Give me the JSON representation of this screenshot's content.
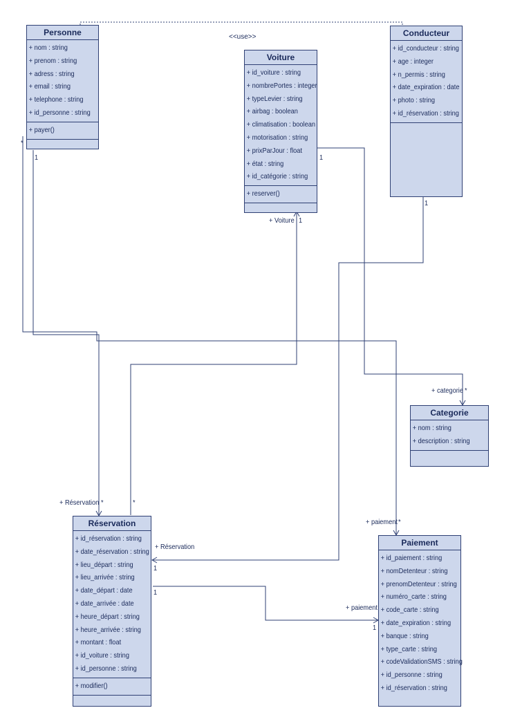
{
  "stereotype": "<<use>>",
  "classes": {
    "personne": {
      "name": "Personne",
      "attributes": [
        "+ nom : string",
        "+  prenom : string",
        "+ adress : string",
        "+ email : string",
        "+ telephone : string",
        "+ id_personne : string"
      ],
      "operations": [
        "+ payer()"
      ]
    },
    "voiture": {
      "name": "Voiture",
      "attributes": [
        "+ id_voiture : string",
        "+ nombrePortes : integer",
        "+ typeLevier : string",
        "+ airbag   : boolean",
        "+ climatisation  : boolean",
        "+ motorisation : string",
        "+ prixParJour  : float",
        "+ état  : string",
        "+ id_catégorie : string"
      ],
      "operations": [
        "+ reserver()"
      ]
    },
    "conducteur": {
      "name": "Conducteur",
      "attributes": [
        "+ id_conducteur  : string",
        "+ age   : integer",
        "+ n_permis : string",
        "+ date_expiration : date",
        "+ photo : string",
        "+ id_réservation  : string"
      ],
      "operations": []
    },
    "categorie": {
      "name": "Categorie",
      "attributes": [
        "+ nom : string",
        "+ description : string"
      ],
      "operations": []
    },
    "reservation": {
      "name": "Réservation",
      "attributes": [
        "+ id_réservation : string",
        "+ date_réservation : string",
        "+ lieu_départ : string",
        "+ lieu_arrivée : string",
        "+ date_départ : date",
        "+ date_arrivée : date",
        "+ heure_départ : string",
        "+ heure_arrivée : string",
        "+ montant  : float",
        "+ id_voiture : string",
        "+ id_personne : string"
      ],
      "operations": [
        "+  modifier()"
      ]
    },
    "paiement": {
      "name": "Paiement",
      "attributes": [
        "+ id_paiement : string",
        "+ nomDetenteur : string",
        "+ prenomDetenteur : string",
        "+ numéro_carte : string",
        "+ code_carte : string",
        "+ date_expiration  : string",
        "+ banque  : string",
        "+ type_carte : string",
        "+  codeValidationSMS : string",
        "+ id_personne : string",
        "+ id_réservation : string"
      ],
      "operations": []
    }
  },
  "labels": {
    "personne_mult": "1",
    "personne_star": "*",
    "voiture_role": "+  Voiture",
    "voiture_one_a": "1",
    "voiture_one_b": "1",
    "conducteur_one": "1",
    "categorie_role": "+ categorie",
    "categorie_star": "*",
    "reservation_role_left": "+  Réservation",
    "reservation_star_a": "*",
    "reservation_star_b": "*",
    "reservation_role_right": "+  Réservation",
    "reservation_one_a": "1",
    "reservation_one_b": "1",
    "paiement_role_top": "+ paiement",
    "paiement_star": "*",
    "paiement_role_left": "+ paiement",
    "paiement_one": "1"
  }
}
